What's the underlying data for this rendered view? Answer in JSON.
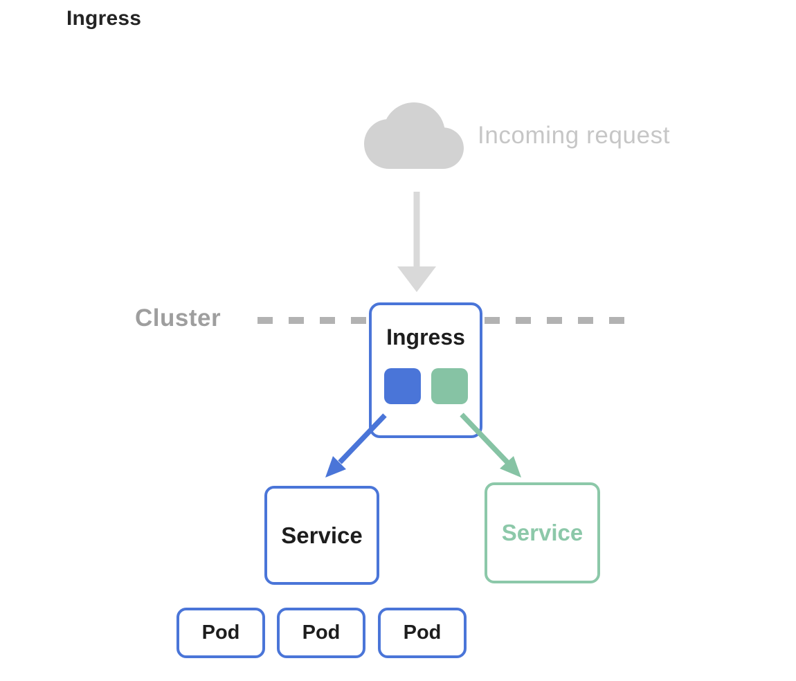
{
  "page": {
    "title": "Ingress",
    "background": "#ffffff"
  },
  "diagram": {
    "incoming_request": {
      "label": "Incoming request",
      "icon": "cloud",
      "text_color": "#c6c6c6",
      "cloud_color": "#d2d2d2",
      "arrow_color": "#d9d9d9"
    },
    "cluster_boundary": {
      "label": "Cluster",
      "text_color": "#9e9e9e",
      "dash_color": "#b2b2b2",
      "style": "dashed horizontal line through ingress node"
    },
    "ingress_node": {
      "label": "Ingress",
      "border_color": "#4a75d8",
      "rules": [
        {
          "name": "blue-rule",
          "color": "#4a75d8"
        },
        {
          "name": "green-rule",
          "color": "#86c3a4"
        }
      ]
    },
    "arrows": {
      "incoming_to_ingress": "#d9d9d9",
      "ingress_to_service_left": "#4a75d8",
      "ingress_to_service_right": "#86c3a4"
    },
    "services": [
      {
        "label": "Service",
        "accent_color": "#4a75d8",
        "text_color": "#1d1d1d"
      },
      {
        "label": "Service",
        "accent_color": "#8cc8a9",
        "text_color": "#8cc8a9"
      }
    ],
    "pods": [
      {
        "label": "Pod"
      },
      {
        "label": "Pod"
      },
      {
        "label": "Pod"
      }
    ]
  }
}
